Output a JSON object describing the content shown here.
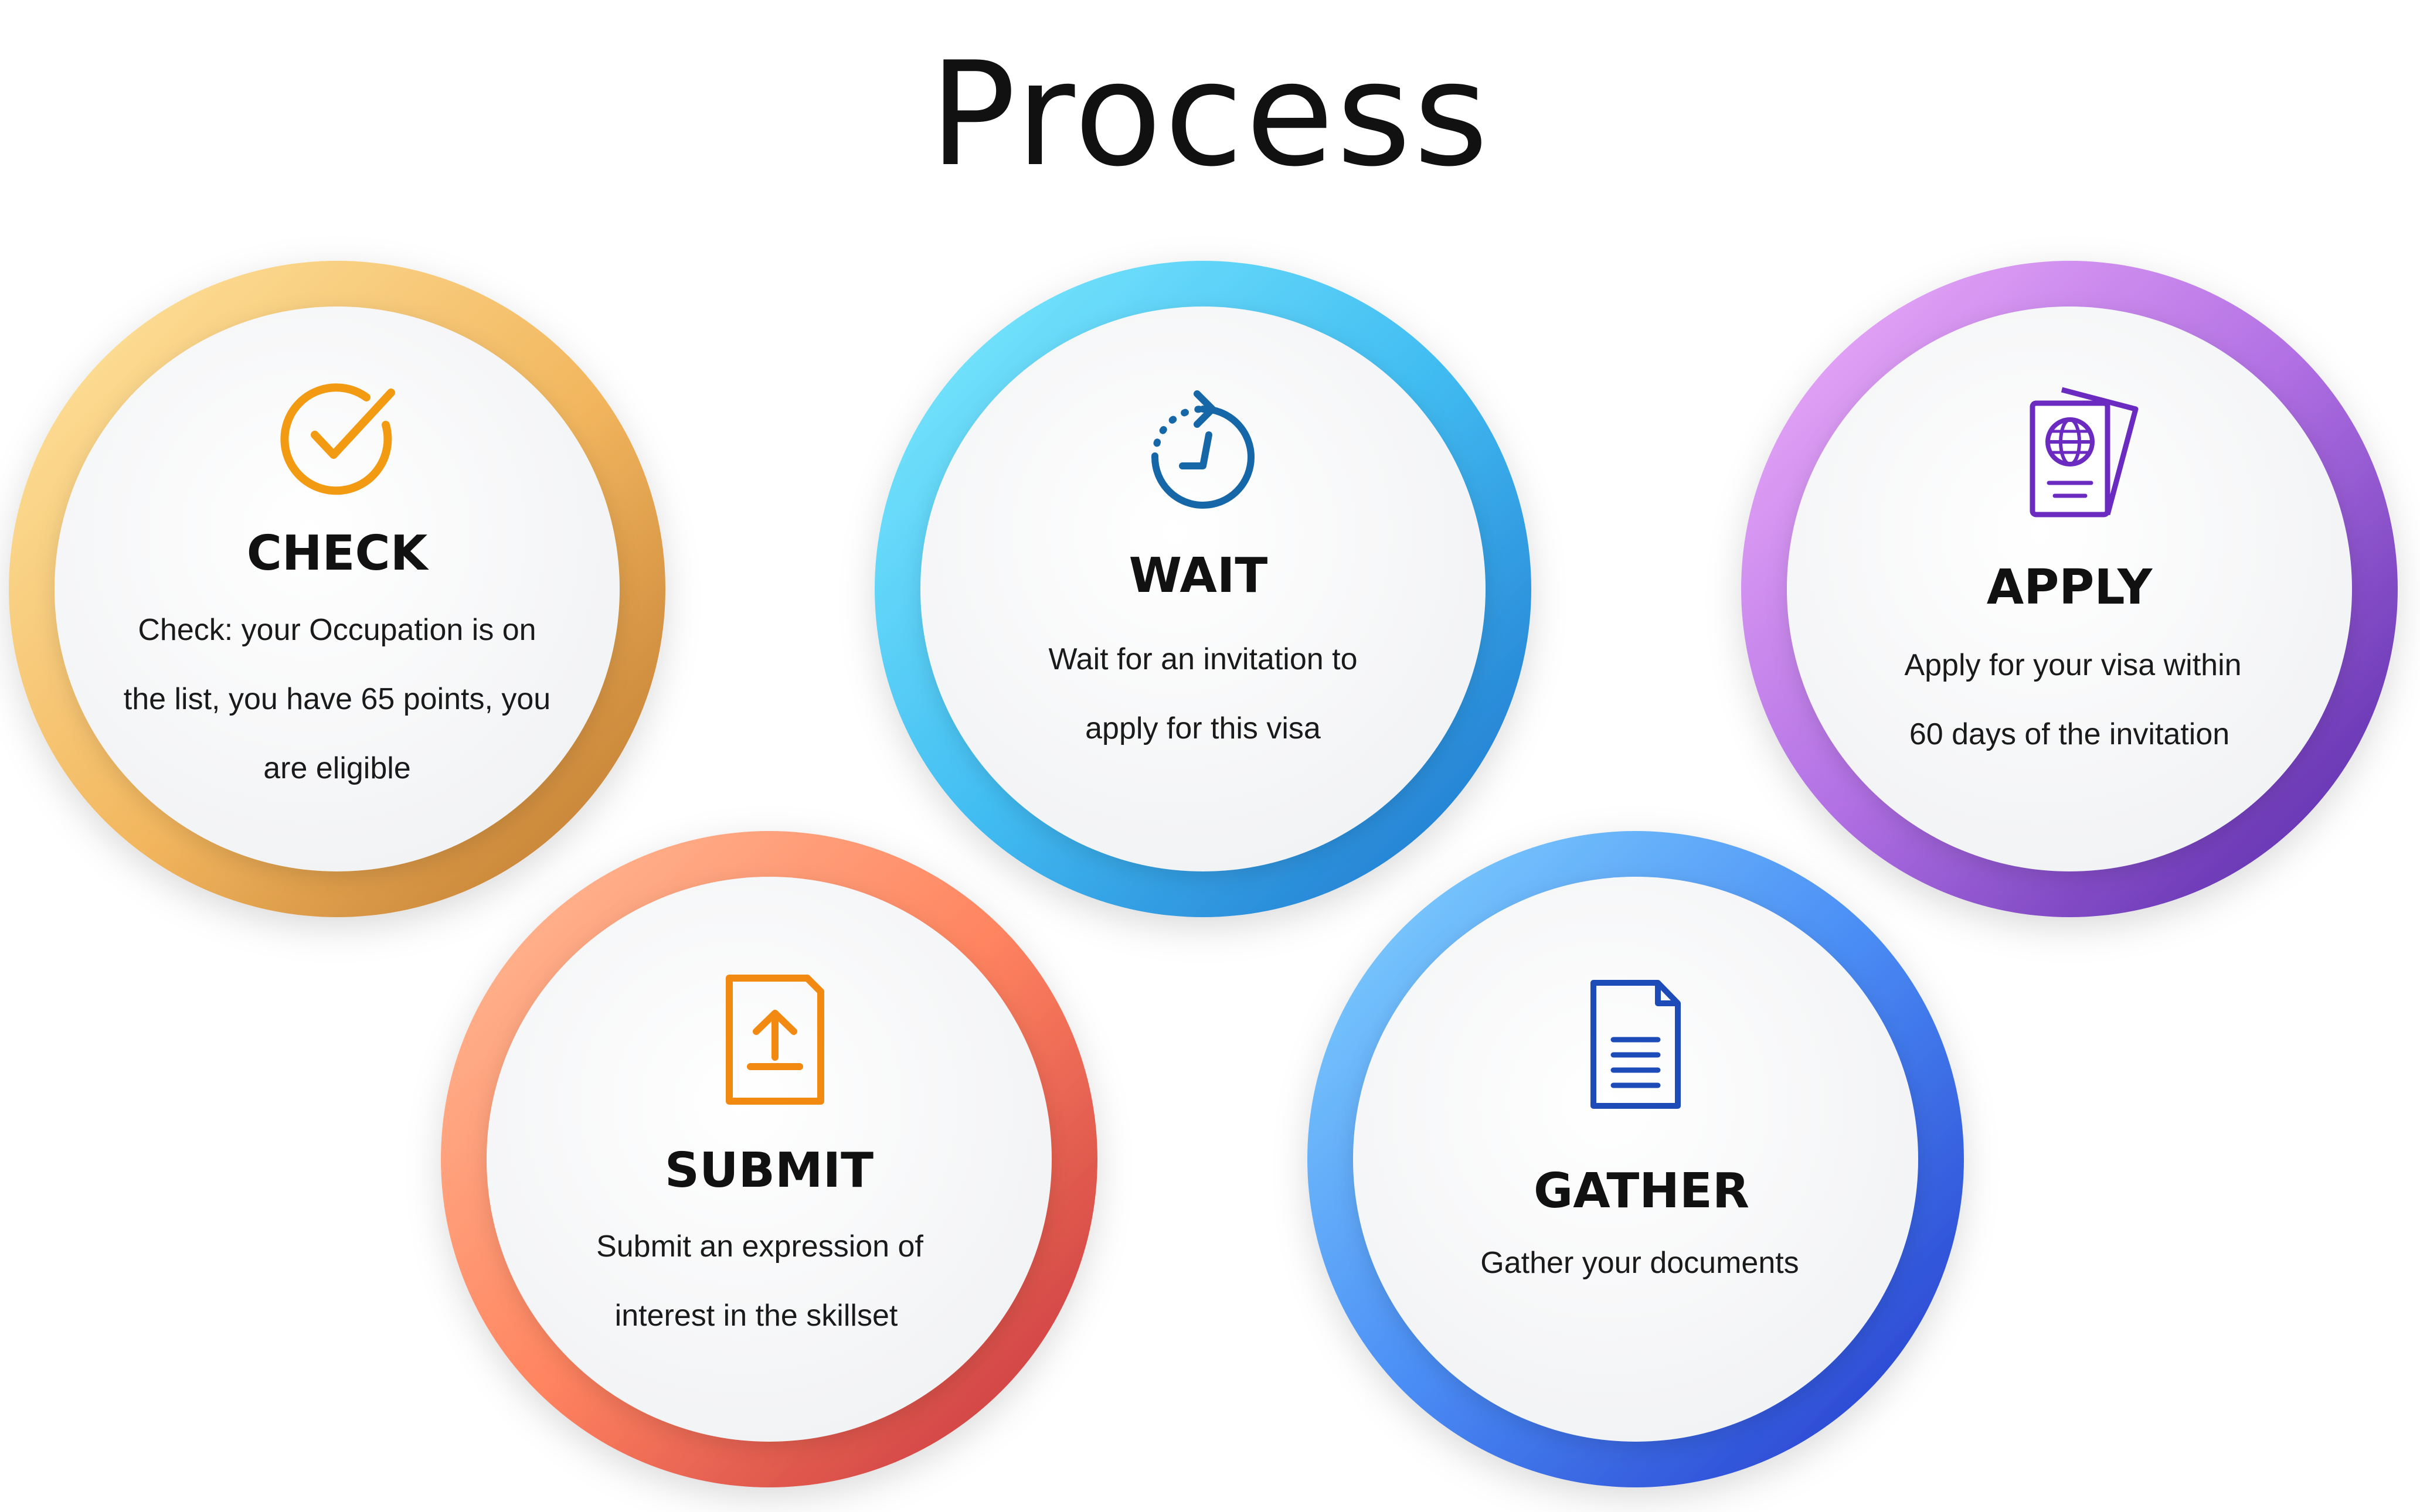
{
  "title": "Process",
  "steps": [
    {
      "id": "check",
      "title": "CHECK",
      "icon": "check-circle-icon",
      "color_start": "#FFE39A",
      "color_end": "#C67B2E",
      "lines": [
        "Check: your Occupation is on",
        "the list, you have 65 points, you",
        "are eligible"
      ]
    },
    {
      "id": "submit",
      "title": "SUBMIT",
      "icon": "upload-file-icon",
      "color_start": "#FFB58A",
      "color_end": "#C8333F",
      "lines": [
        "Submit an expression of",
        "interest in the skillset"
      ]
    },
    {
      "id": "wait",
      "title": "WAIT",
      "icon": "timer-icon",
      "color_start": "#7BEBFF",
      "color_end": "#1E7CD6",
      "lines": [
        "Wait for an invitation to",
        "apply for this visa"
      ]
    },
    {
      "id": "gather",
      "title": "GATHER",
      "icon": "document-icon",
      "color_start": "#7FD2FF",
      "color_end": "#2540D8",
      "lines": [
        "Gather your documents"
      ]
    },
    {
      "id": "apply",
      "title": "APPLY",
      "icon": "passport-icon",
      "color_start": "#EBA8FA",
      "color_end": "#5A2AAE",
      "lines": [
        "Apply for your visa within",
        "60 days of the invitation"
      ]
    }
  ]
}
